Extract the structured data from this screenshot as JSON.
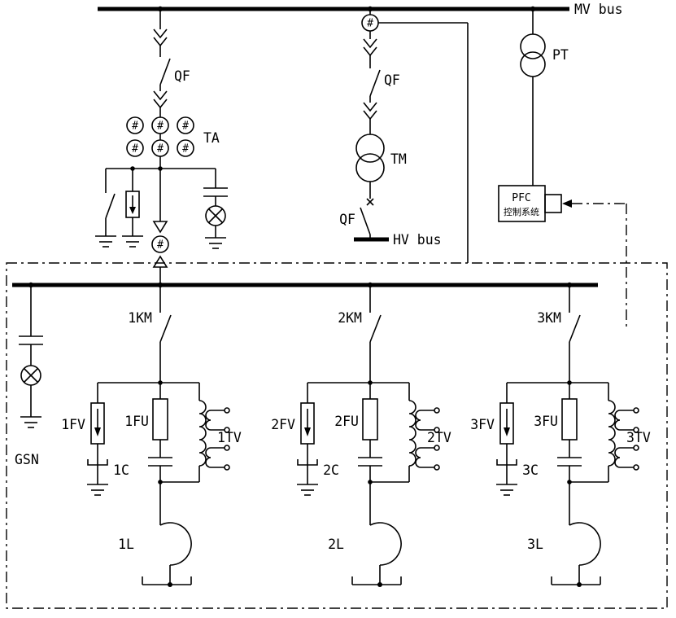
{
  "diagram": {
    "mv_bus_label": "MV bus",
    "hv_bus_label": "HV bus",
    "hash": "#",
    "incomer": {
      "qf": "QF",
      "ta": "TA"
    },
    "transformer_bay": {
      "qf_upper": "QF",
      "tm": "TM",
      "qf_lower": "QF"
    },
    "pt_label": "PT",
    "pfc": {
      "line1": "PFC",
      "line2": "控制系统"
    },
    "gsn_label": "GSN",
    "units": [
      {
        "km": "1KM",
        "fv": "1FV",
        "fu": "1FU",
        "tv": "1TV",
        "c": "1C",
        "l": "1L"
      },
      {
        "km": "2KM",
        "fv": "2FV",
        "fu": "2FU",
        "tv": "2TV",
        "c": "2C",
        "l": "2L"
      },
      {
        "km": "3KM",
        "fv": "3FV",
        "fu": "3FU",
        "tv": "3TV",
        "c": "3C",
        "l": "3L"
      }
    ]
  }
}
